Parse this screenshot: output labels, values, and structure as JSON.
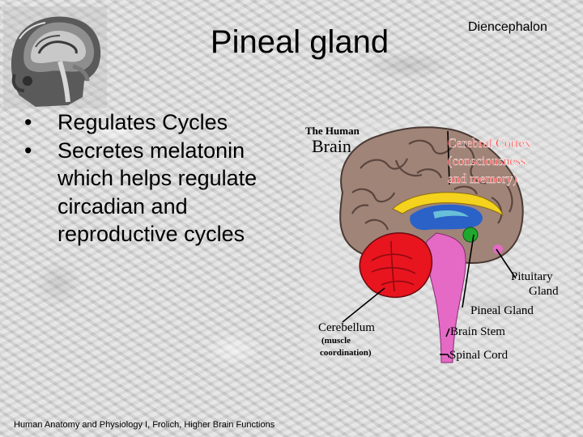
{
  "slide": {
    "title": "Pineal gland",
    "corner_label": "Diencephalon",
    "bullets": [
      "Regulates Cycles",
      "Secretes melatonin which helps regulate circadian and reproductive cycles"
    ],
    "bullet_glyph": "•",
    "footer": "Human Anatomy and Physiology I, Frolich, Higher Brain Functions"
  },
  "brain_figure": {
    "heading_small": "The Human",
    "heading_large": "Brain",
    "labels": {
      "cerebral_cortex": "Cerebral Cortex",
      "cortex_note_1": "(consciousness",
      "cortex_note_2": "and memory)",
      "pituitary_1": "Pituitary",
      "pituitary_2": "Gland",
      "pineal": "Pineal Gland",
      "cerebellum": "Cerebellum",
      "cerebellum_note_1": "(muscle",
      "cerebellum_note_2": "coordination)",
      "brain_stem": "Brain Stem",
      "spinal_cord": "Spinal Cord"
    },
    "colors": {
      "cortex": "#a08478",
      "cortex_label": "#ff2d2d",
      "cerebellum": "#e8141e",
      "stem": "#e46ac6",
      "thalamus": "#2b62c8",
      "corpus_callosum": "#f4d21e",
      "pineal": "#1fa82d",
      "ventricle": "#68c0d8"
    }
  }
}
